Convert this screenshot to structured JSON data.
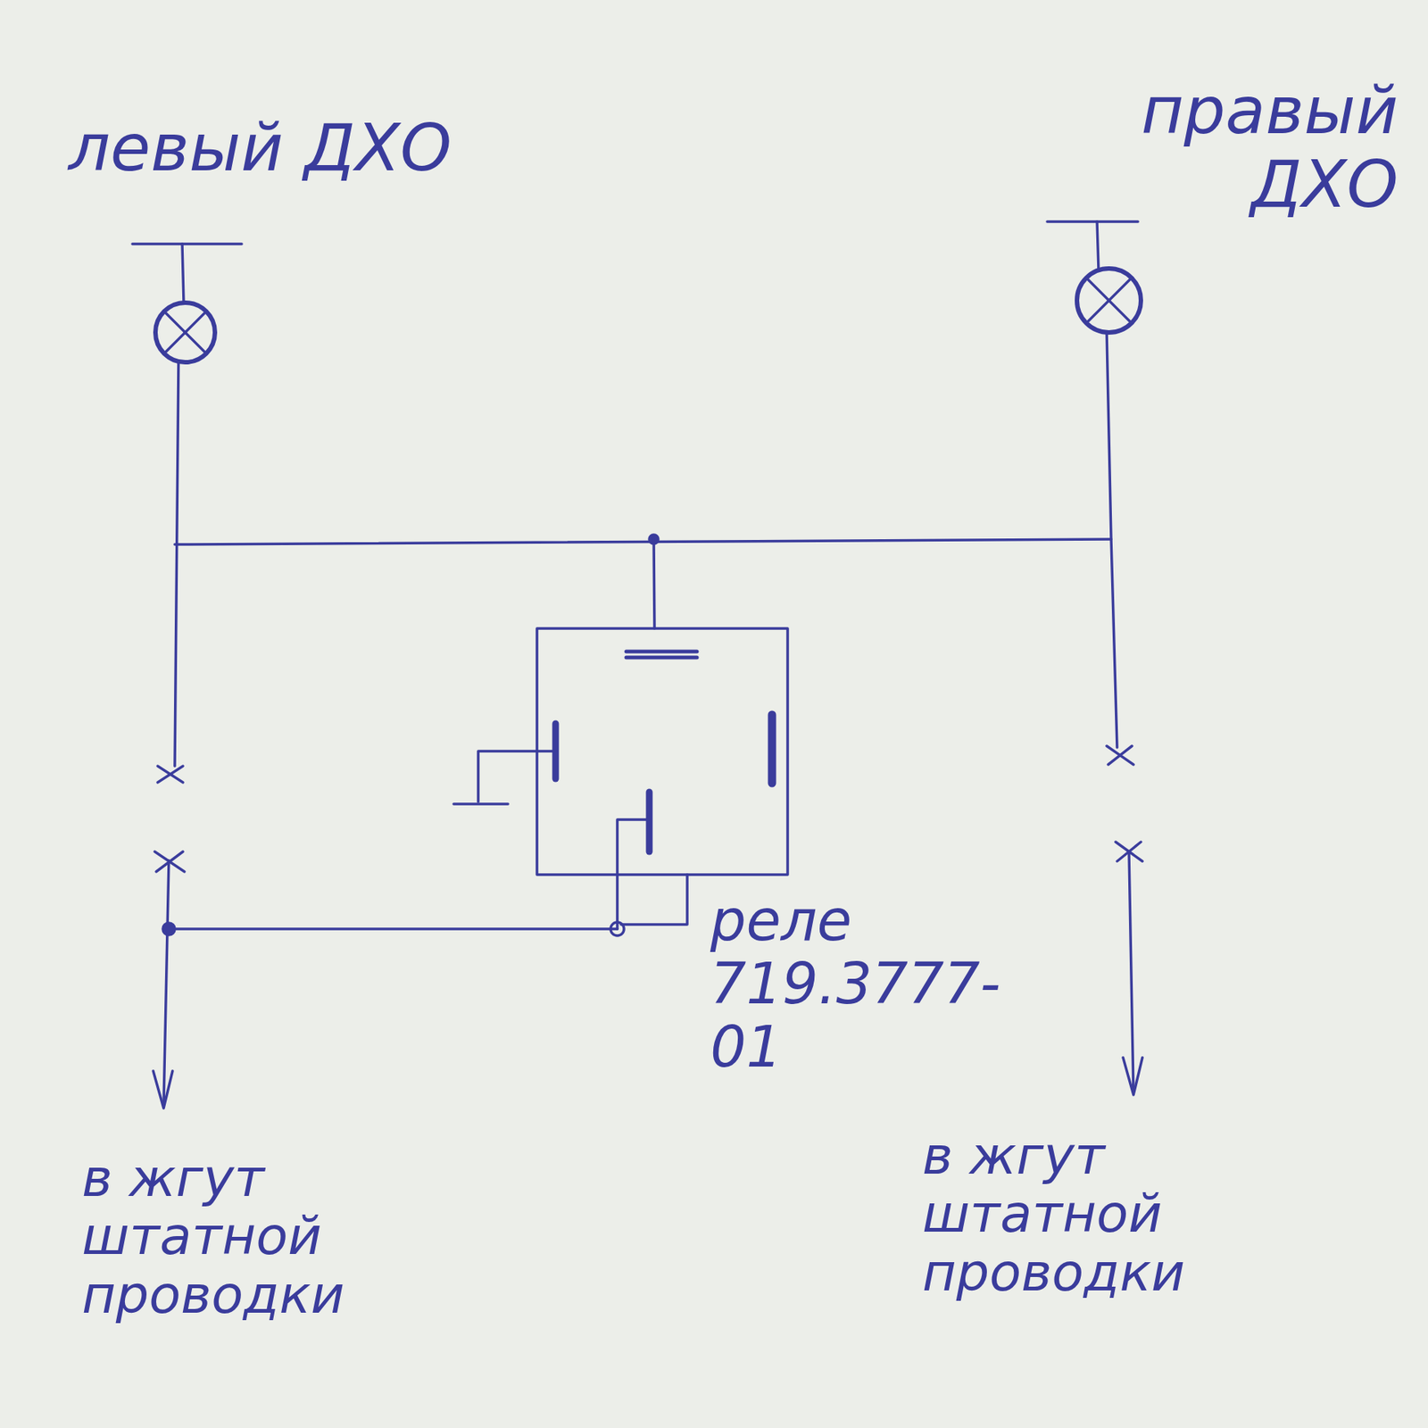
{
  "diagram": {
    "labels": [
      "левый ДХО",
      "правый ДХО",
      "реле 719.3777-01",
      "в жгут штатной проводки",
      "в жгут штатной проводки"
    ]
  }
}
